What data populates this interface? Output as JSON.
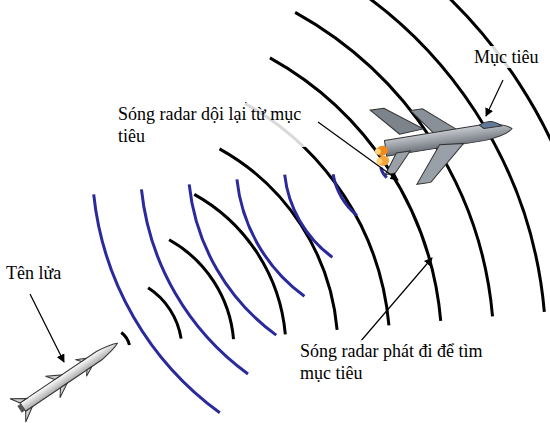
{
  "diagram": {
    "labels": [
      "Mục tiêu",
      "Sóng radar dội lại từ mục tiêu",
      "Tên lửa",
      "Sóng radar phát đi để tìm mục tiêu"
    ]
  }
}
